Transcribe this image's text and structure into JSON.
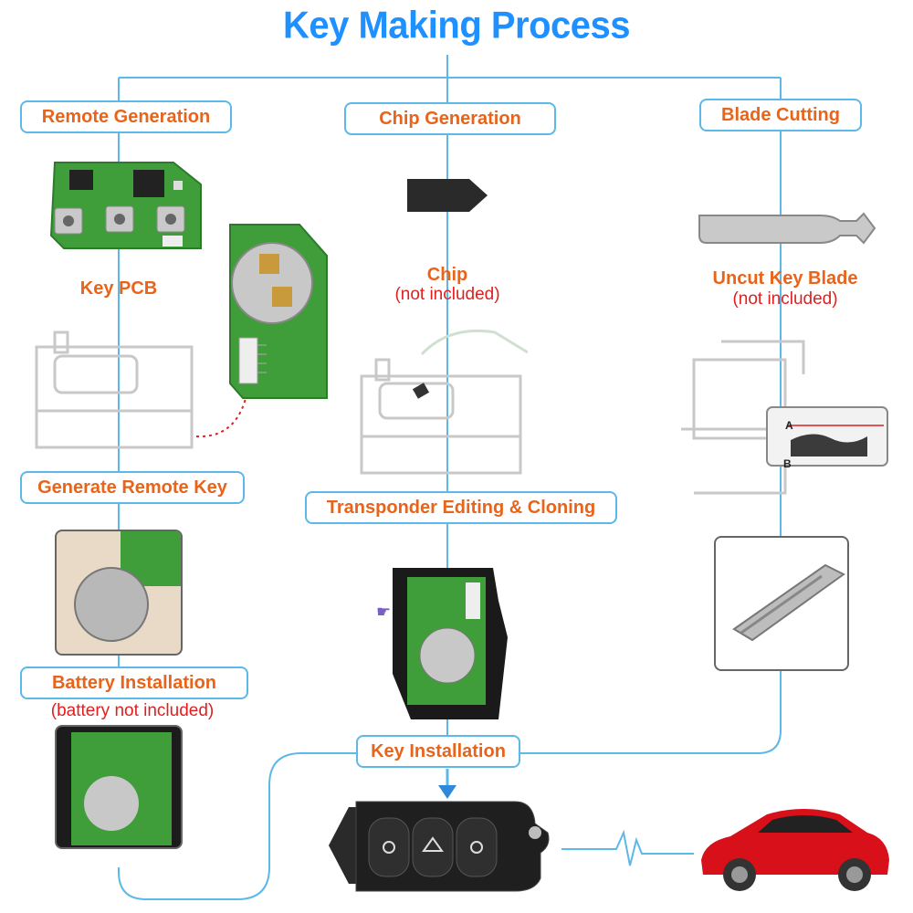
{
  "title": "Key Making Process",
  "steps": {
    "remote_generation": "Remote Generation",
    "chip_generation": "Chip Generation",
    "blade_cutting": "Blade Cutting",
    "generate_remote_key": "Generate Remote Key",
    "transponder": "Transponder Editing & Cloning",
    "battery_installation": "Battery Installation",
    "key_installation": "Key Installation"
  },
  "labels": {
    "key_pcb": "Key PCB",
    "chip": "Chip",
    "chip_note": "(not included)",
    "uncut_blade": "Uncut Key Blade",
    "blade_note": "(not included)",
    "battery_note": "(battery not included)"
  },
  "device_labels": {
    "marker_a": "A",
    "marker_b": "B"
  },
  "colors": {
    "title_blue": "#1e90ff",
    "step_orange": "#e8641b",
    "note_red": "#e02020",
    "line_blue": "#5bb8e8",
    "pcb_green": "#3f9e3a",
    "car_red": "#d8101a"
  }
}
